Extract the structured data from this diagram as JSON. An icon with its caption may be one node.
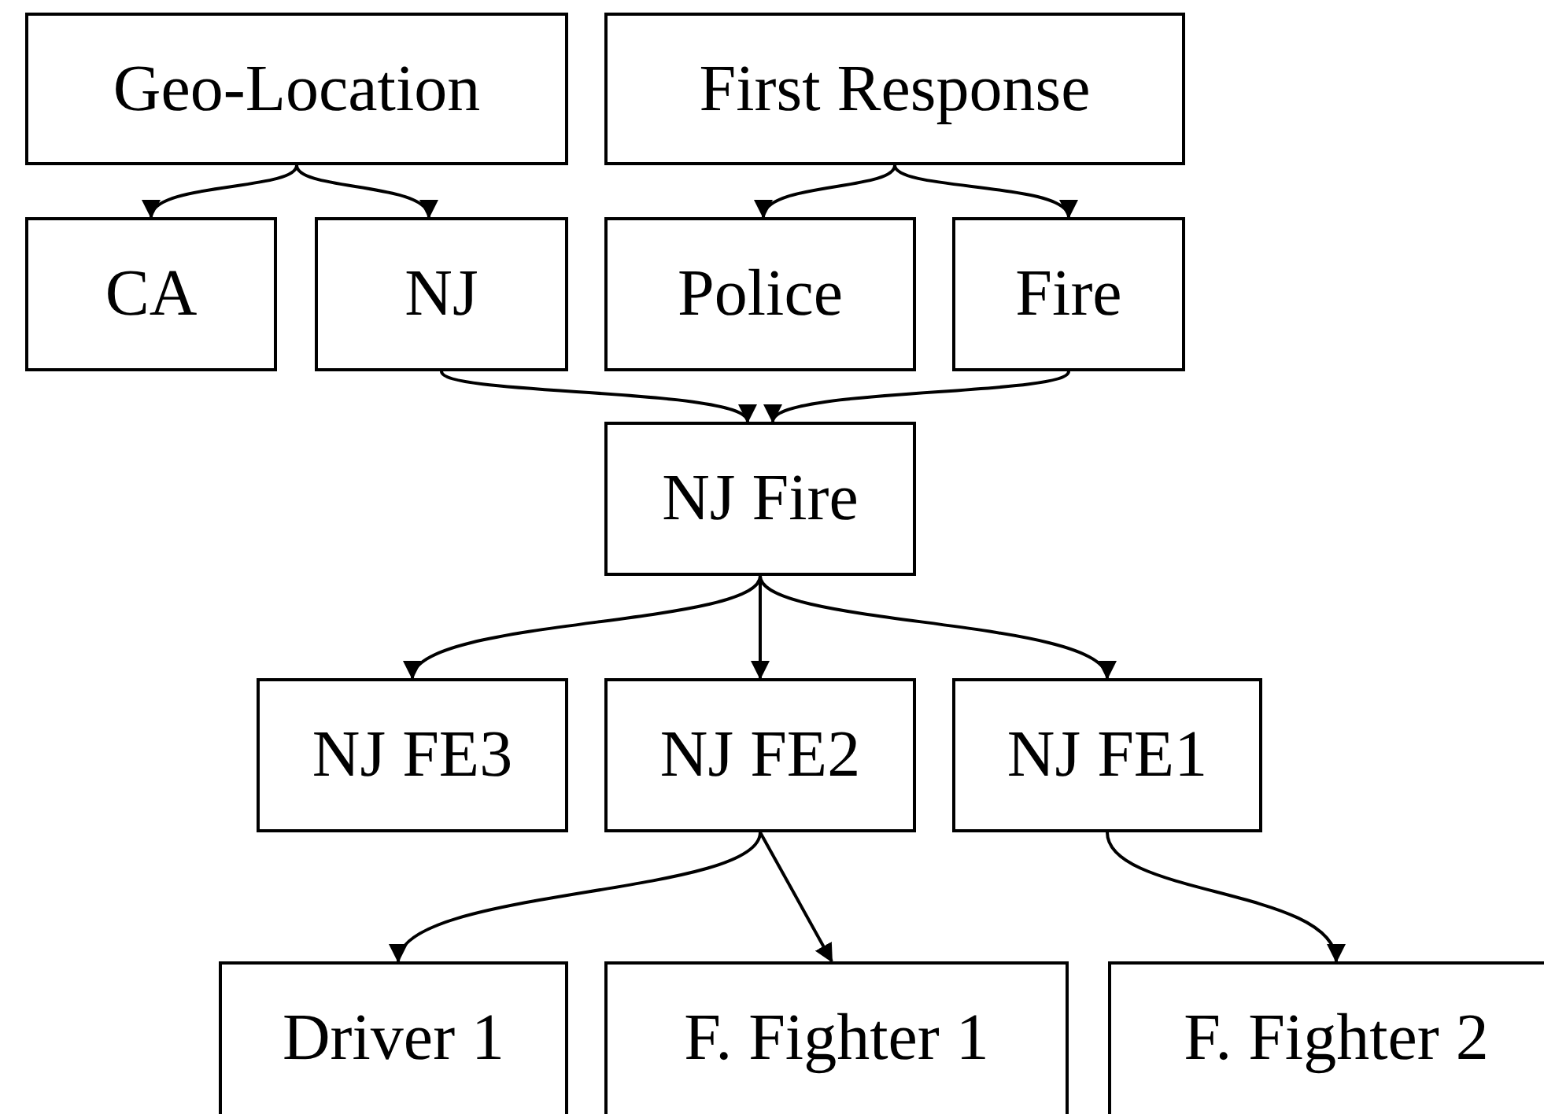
{
  "diagram": {
    "nodes": [
      {
        "text": [
          "Geo-Location"
        ]
      },
      {
        "text": [
          "First Response"
        ]
      },
      {
        "text": [
          "CA"
        ]
      },
      {
        "text": [
          "NJ"
        ]
      },
      {
        "text": [
          "Police"
        ]
      },
      {
        "text": [
          "Fire"
        ]
      },
      {
        "text": [
          "NJ Fire"
        ]
      },
      {
        "text": [
          "NJ FE3"
        ]
      },
      {
        "text": [
          "NJ FE2"
        ]
      },
      {
        "text": [
          "NJ FE1"
        ]
      },
      {
        "text": [
          "Driver 1"
        ]
      },
      {
        "text": [
          "F. Fighter 1"
        ]
      },
      {
        "text": [
          "F. Fighter 2"
        ]
      }
    ],
    "edges": [
      {
        "from": 0,
        "to": 2,
        "arrow": "to"
      },
      {
        "from": 0,
        "to": 3,
        "arrow": "to"
      },
      {
        "from": 1,
        "to": 4,
        "arrow": "to"
      },
      {
        "from": 1,
        "to": 5,
        "arrow": "to"
      },
      {
        "from": 3,
        "to": 6,
        "arrow": "to"
      },
      {
        "from": 5,
        "to": 6,
        "arrow": "to"
      },
      {
        "from": 6,
        "to": 7,
        "arrow": "to"
      },
      {
        "from": 6,
        "to": 8,
        "arrow": "to"
      },
      {
        "from": 6,
        "to": 9,
        "arrow": "to"
      },
      {
        "from": 8,
        "to": 10,
        "arrow": "to"
      },
      {
        "from": 8,
        "to": 11,
        "arrow": "to"
      },
      {
        "from": 9,
        "to": 12,
        "arrow": "to"
      }
    ]
  }
}
